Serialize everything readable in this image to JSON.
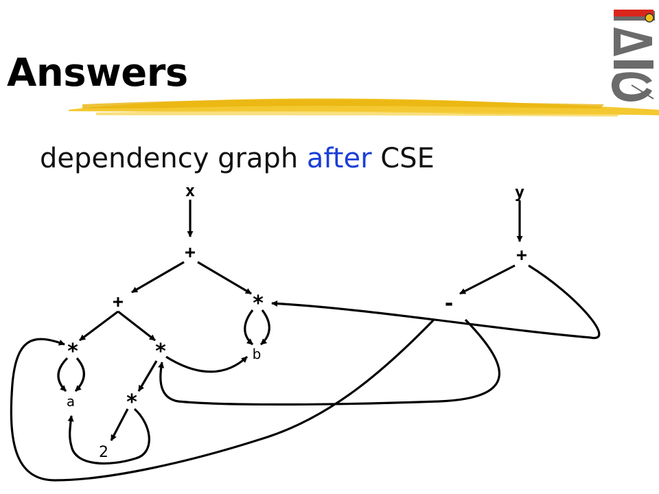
{
  "slide": {
    "title": "Answers",
    "subtitle_parts": {
      "pre": "dependency graph ",
      "highlight": "after",
      "post": " CSE"
    },
    "colors": {
      "highlight": "#1a3fd6",
      "brush": "#f2c21a",
      "text": "#000000"
    }
  },
  "logo": {
    "letters": [
      "I",
      "A",
      "C"
    ]
  },
  "graph": {
    "nodes": {
      "x": "x",
      "y": "y",
      "plus_top": "+",
      "plus_y": "+",
      "plus_mid": "+",
      "mul_b": "*",
      "minus": "-",
      "mul_a": "*",
      "mul_mid": "*",
      "mul_2": "*",
      "b": "b",
      "a": "a",
      "two": "2"
    }
  }
}
